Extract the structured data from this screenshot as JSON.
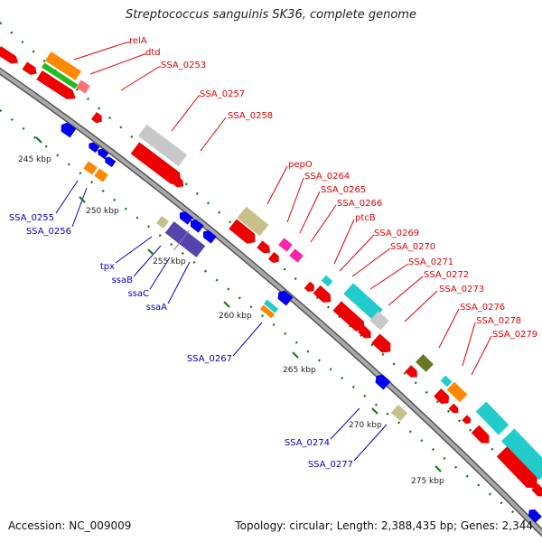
{
  "title": "Streptococcus sanguinis SK36, complete genome",
  "footer": {
    "accession": "Accession: NC_009009",
    "stats": "Topology: circular; Length: 2,388,435 bp; Genes: 2,344"
  },
  "colors": {
    "forward_gene": "#ee0000",
    "reverse_gene": "#0000ee",
    "top_label": "#e00000",
    "bottom_label": "#0000c8",
    "backbone": "#808080",
    "tick": "#117711"
  },
  "scale_labels": [
    "245 kbp",
    "250 kbp",
    "255 kbp",
    "260 kbp",
    "265 kbp",
    "270 kbp",
    "275 kbp"
  ],
  "top_labels": [
    "relA",
    "dtd",
    "SSA_0253",
    "SSA_0257",
    "SSA_0258",
    "pepO",
    "SSA_0264",
    "SSA_0265",
    "SSA_0266",
    "ptcB",
    "SSA_0269",
    "SSA_0270",
    "SSA_0271",
    "SSA_0272",
    "SSA_0273",
    "SSA_0276",
    "SSA_0278",
    "SSA_0279"
  ],
  "bottom_labels": [
    "SSA_0255",
    "SSA_0256",
    "tpx",
    "ssaB",
    "ssaC",
    "ssaA",
    "SSA_0267",
    "SSA_0274",
    "SSA_0277"
  ]
}
